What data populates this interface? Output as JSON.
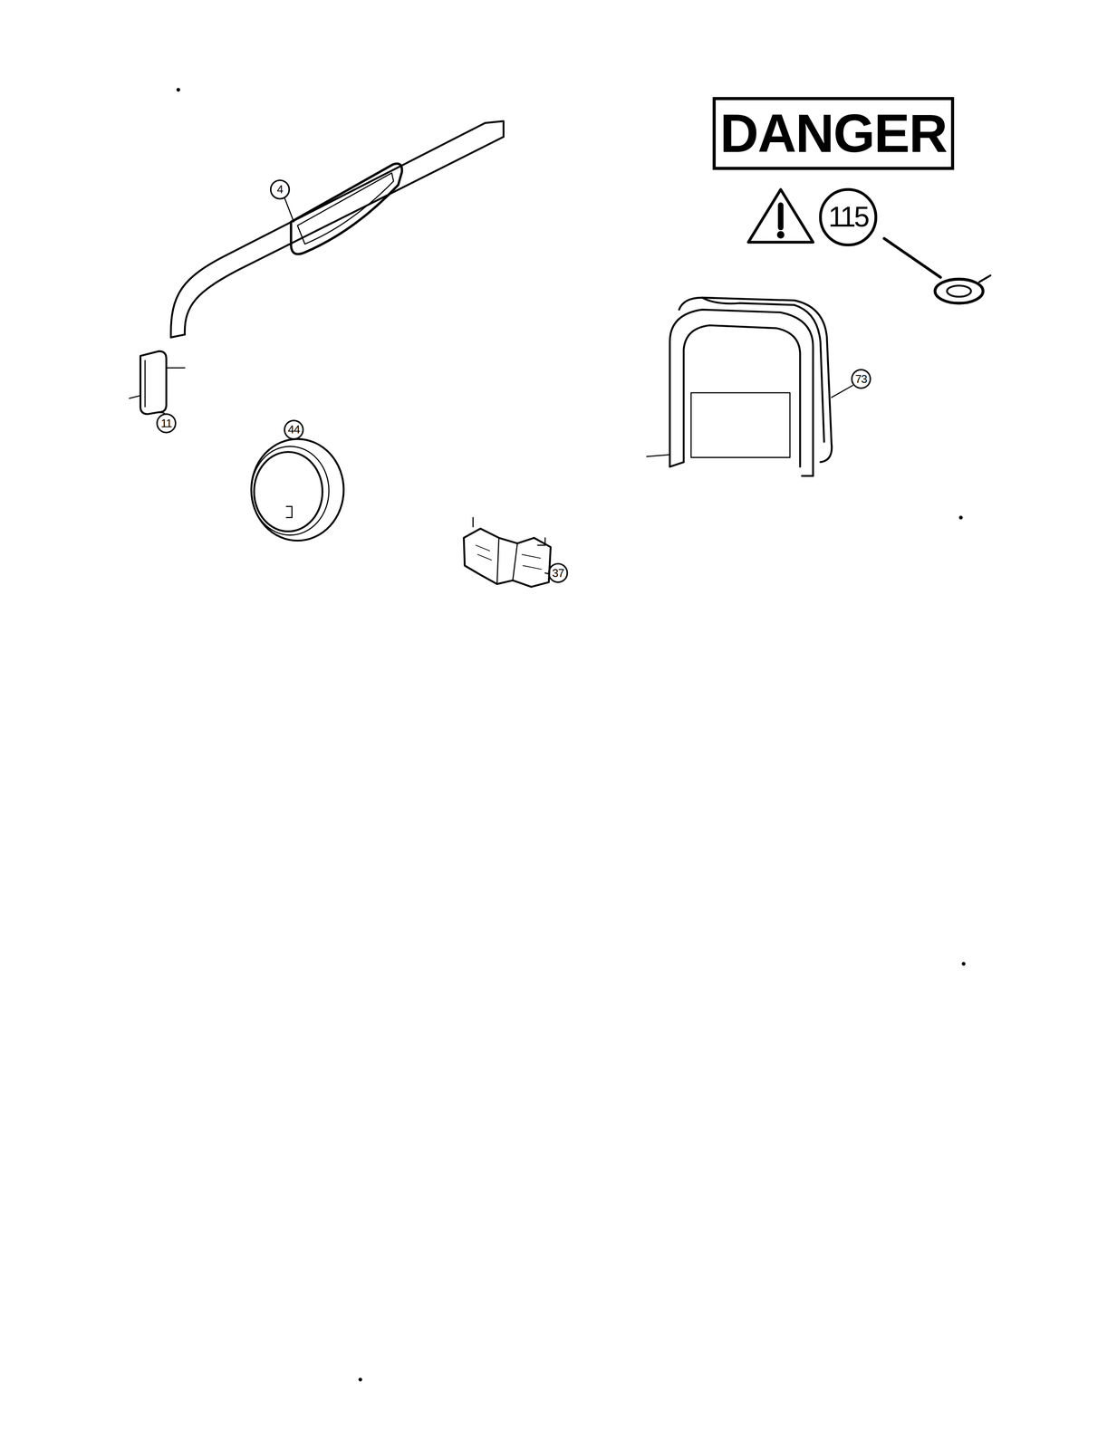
{
  "diagram": {
    "nodes": [
      {
        "text": [
          "DANGER"
        ]
      }
    ],
    "labels": [
      "4",
      "11",
      "44",
      "37",
      "115",
      "73"
    ]
  }
}
